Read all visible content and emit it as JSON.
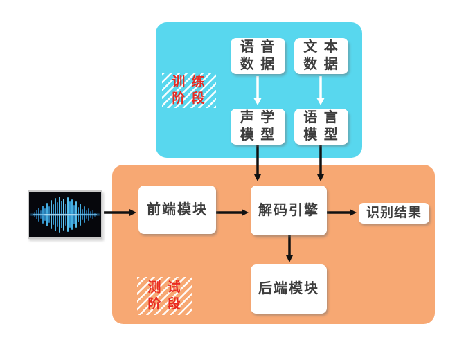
{
  "diagram": {
    "title_semantic": "speech-recognition-system-flow",
    "training_phase": {
      "label_line1": "训 练",
      "label_line2": "阶 段",
      "nodes": {
        "speech_data": {
          "line1": "语 音",
          "line2": "数 据"
        },
        "text_data": {
          "line1": "文 本",
          "line2": "数 据"
        },
        "acoustic_model": {
          "line1": "声 学",
          "line2": "模 型"
        },
        "language_model": {
          "line1": "语 言",
          "line2": "模 型"
        }
      }
    },
    "testing_phase": {
      "label_line1": "测 试",
      "label_line2": "阶 段",
      "nodes": {
        "frontend_module": {
          "label": "前端模块"
        },
        "decoder_engine": {
          "label": "解码引擎"
        },
        "recognition_result": {
          "label": "识别结果"
        },
        "backend_module": {
          "label": "后端模块"
        }
      }
    },
    "input_image": {
      "icon": "audio-waveform-image"
    },
    "colors": {
      "training_bg": "#58d7ee",
      "testing_bg": "#f7a873",
      "phase_label_red": "#e92a22",
      "node_text": "#3d3d3d",
      "node_bg": "#ffffff",
      "arrow_black": "#111111",
      "arrow_white": "#ffffff"
    }
  }
}
